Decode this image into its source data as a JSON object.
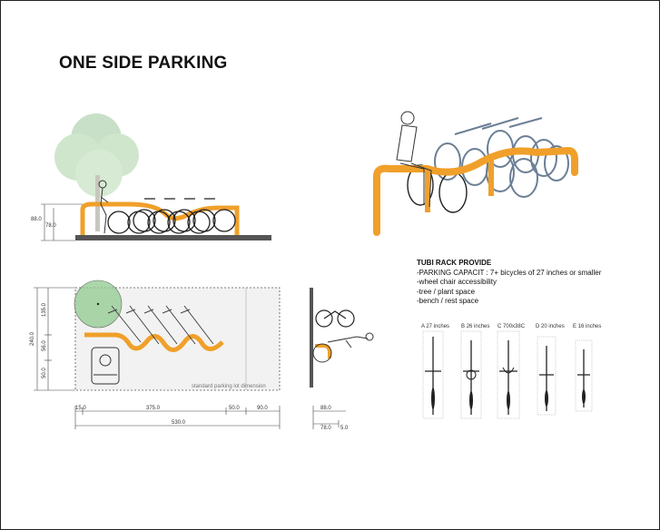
{
  "title": "ONE SIDE PARKING",
  "elevation": {
    "dims": [
      "88.0",
      "78.0"
    ]
  },
  "plan": {
    "left_dims": [
      "240.0",
      "135.0",
      "56.0",
      "50.0"
    ],
    "bottom_dims": [
      "15.0",
      "375.0",
      "50.0",
      "90.0"
    ],
    "total": "530.0",
    "lot_label": "standard parking lot dimension"
  },
  "side": {
    "dims": [
      "88.0",
      "78.0",
      "5.0"
    ]
  },
  "info": {
    "heading": "TUBI RACK PROVIDE",
    "lines": [
      "-PARKING CAPACIT : 7+ bicycles of 27 inches or smaller",
      "-wheel chair accessibility",
      "-tree / plant space",
      "-bench / rest space"
    ]
  },
  "bike_types": [
    {
      "letter": "A",
      "label": "27 inches"
    },
    {
      "letter": "B",
      "label": "26 inches"
    },
    {
      "letter": "C",
      "label": "700x38C"
    },
    {
      "letter": "D",
      "label": "20 inches"
    },
    {
      "letter": "E",
      "label": "16 inches"
    }
  ],
  "colors": {
    "rack": "#f0a02a",
    "tree": "#8fc98f",
    "frame": "#222222"
  }
}
